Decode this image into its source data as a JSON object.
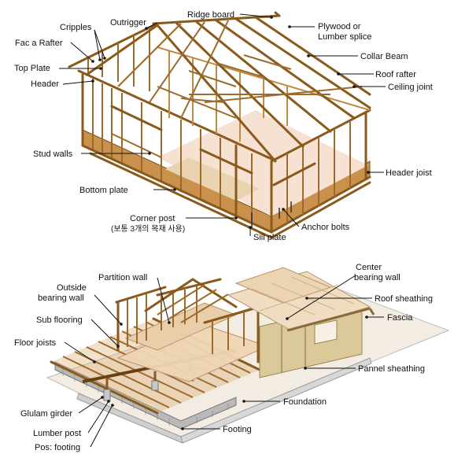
{
  "top_labels": {
    "cripples": "Cripples",
    "outrigger": "Outrigger",
    "ridge_board": "Ridge board",
    "plywood_1": "Plywood or",
    "plywood_2": "Lumber splice",
    "face_rafter": "Fac a Rafter",
    "top_plate": "Top Plate",
    "header": "Header",
    "collar_beam": "Collar Beam",
    "roof_rafter": "Roof rafter",
    "ceiling_joint": "Ceiling joint",
    "stud_walls": "Stud walls",
    "header_joist": "Header joist",
    "bottom_plate": "Bottom plate",
    "corner_post_1": "Corner post",
    "corner_post_2": "(보통 3개의 목재 사용)",
    "anchor_bolts": "Anchor bolts",
    "sill_plate": "Sill plate"
  },
  "bottom_labels": {
    "partition_wall": "Partition wall",
    "center_bearing_1": "Center",
    "center_bearing_2": "bearing wall",
    "outside_bearing_1": "Outside",
    "outside_bearing_2": "bearing wall",
    "roof_sheathing": "Roof sheathing",
    "sub_flooring": "Sub flooring",
    "fascia": "Fascia",
    "floor_joists": "Floor joists",
    "pannel_sheathing": "Pannel sheathing",
    "foundation": "Foundation",
    "glulam_girder": "Glulam girder",
    "lumber_post": "Lumber post",
    "footing": "Footing",
    "pos_footing": "Pos: footing"
  },
  "colors": {
    "wood_dark": "#8a5a1c",
    "wood_mid": "#b57d36",
    "wood_light": "#d9aa68",
    "sheathing": "#efd6b4",
    "slab": "#f3ece2",
    "concrete": "#cfcfcf",
    "label": "#111111"
  }
}
